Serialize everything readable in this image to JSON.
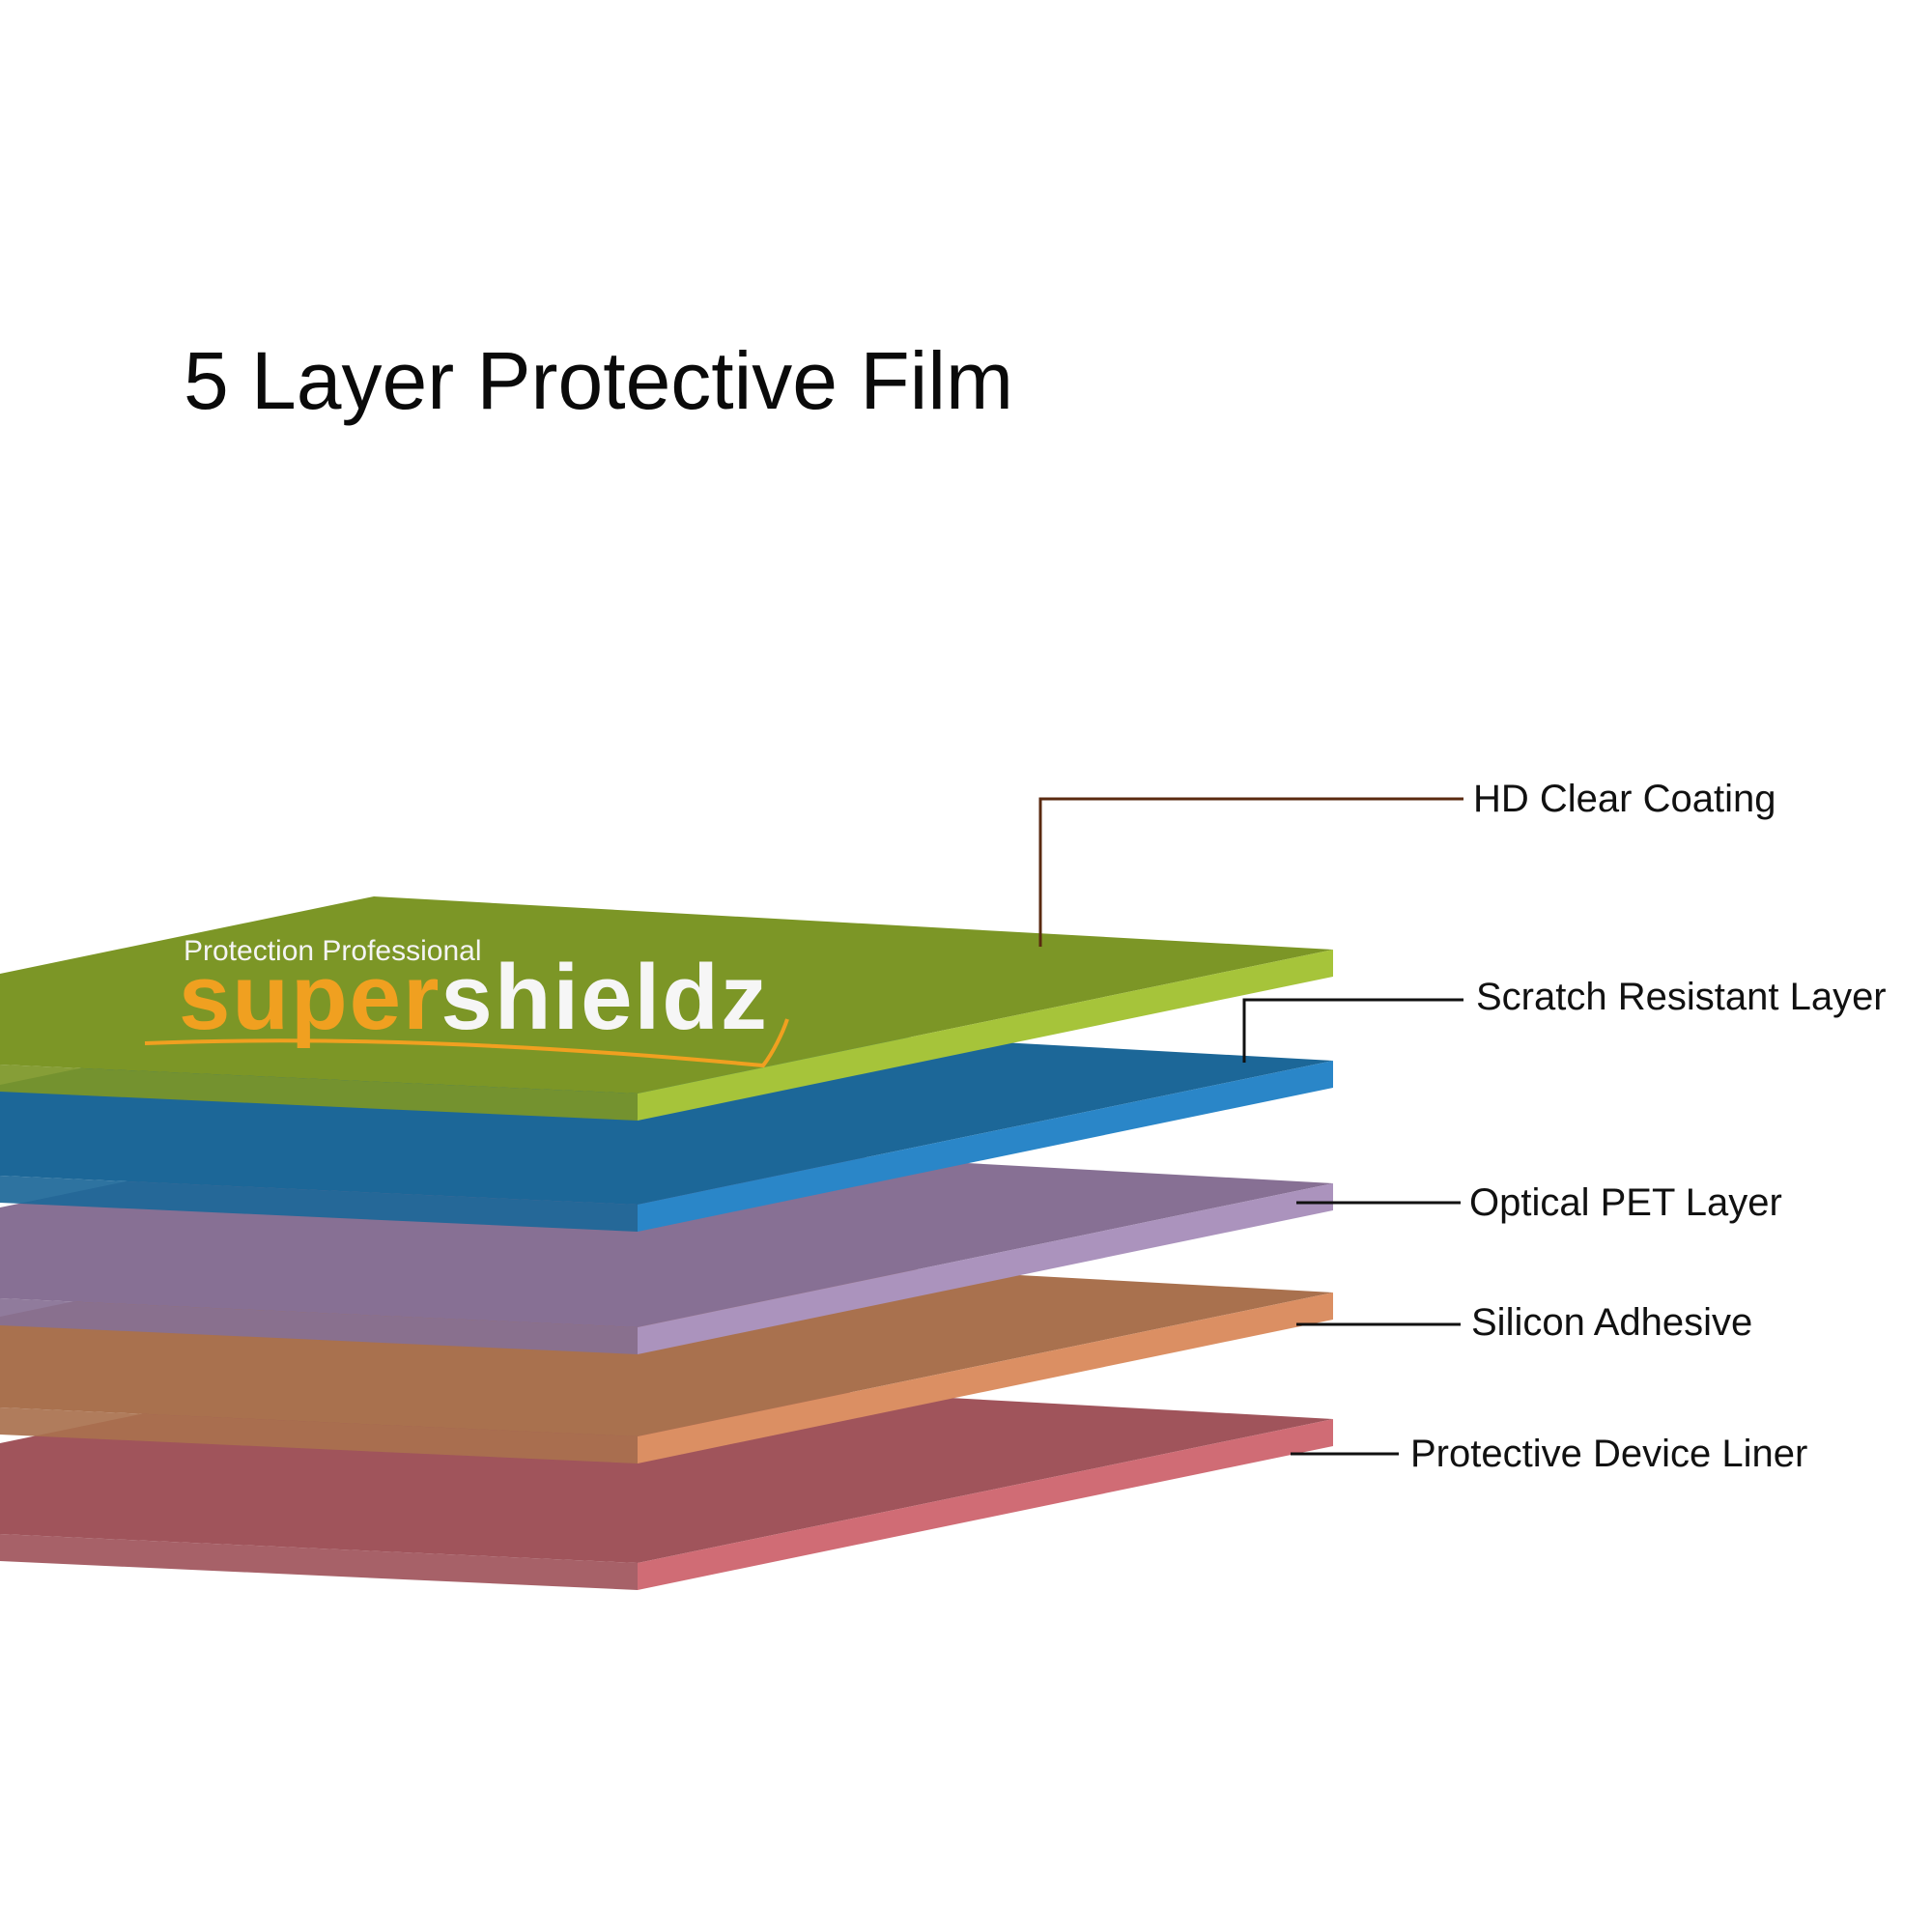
{
  "title": "5 Layer Protective Film",
  "layers": [
    {
      "label": "HD Clear Coating",
      "top_color": "#7c9626",
      "edge_color": "#a6c43a"
    },
    {
      "label": "Scratch Resistant Layer",
      "top_color": "#1c6798",
      "edge_color": "#2a86c8"
    },
    {
      "label": "Optical PET Layer",
      "top_color": "#877094",
      "edge_color": "#ab93bd"
    },
    {
      "label": "Silicon Adhesive",
      "top_color": "#a9714e",
      "edge_color": "#db8f63"
    },
    {
      "label": "Protective Device Liner",
      "top_color": "#a0545b",
      "edge_color": "#d06c75"
    }
  ],
  "logo": {
    "tagline": "Protection Professional",
    "wordmark_part1": "super",
    "wordmark_part2": "shieldz",
    "accent_color": "#f0a020"
  }
}
